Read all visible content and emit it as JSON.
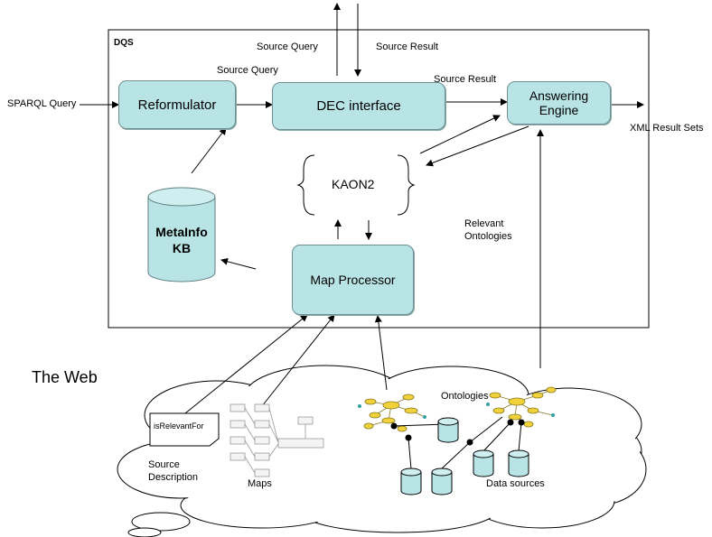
{
  "dqs_label": "DQS",
  "inputs": {
    "sparql_query": "SPARQL Query",
    "xml_result_sets": "XML Result Sets"
  },
  "top_labels": {
    "source_query_outer": "Source Query",
    "source_result_outer": "Source Result",
    "source_query_inner": "Source Query",
    "source_result_inner": "Source Result"
  },
  "components": {
    "reformulator": "Reformulator",
    "dec_interface": "DEC interface",
    "answering_engine": "Answering Engine",
    "kaon2": "KAON2",
    "metainfo_kb": "MetaInfo KB",
    "map_processor": "Map Processor"
  },
  "relevant_ontologies": "Relevant Ontologies",
  "the_web": "The Web",
  "web_items": {
    "is_relevant_for": "isRelevantFor",
    "source_description": "Source Description",
    "maps": "Maps",
    "ontologies": "Ontologies",
    "data_sources": "Data sources"
  },
  "colors": {
    "box_fill": "#b9e4e6",
    "box_border": "#6f8f91",
    "ontology_node": "#f2d23a"
  }
}
